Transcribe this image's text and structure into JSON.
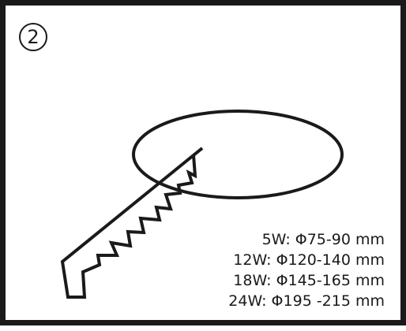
{
  "step": {
    "number": "2"
  },
  "colors": {
    "ink": "#1a1a1a",
    "paper": "#ffffff"
  },
  "specs": [
    {
      "text": "5W: Φ75-90 mm"
    },
    {
      "text": "12W: Φ120-140 mm"
    },
    {
      "text": "18W: Φ145-165 mm"
    },
    {
      "text": "24W: Φ195 -215 mm"
    }
  ],
  "icons": [
    "ceiling-cutout-outline",
    "jigsaw-blade-icon"
  ]
}
